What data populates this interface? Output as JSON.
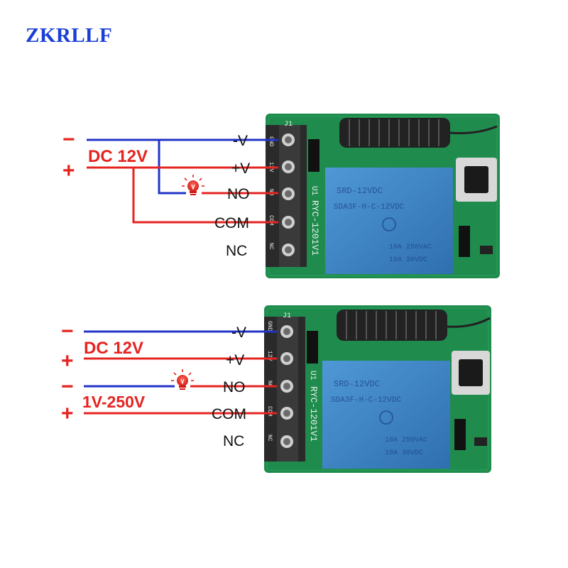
{
  "brand": "ZKRLLF",
  "colors": {
    "brand": "#1a3fd6",
    "negative_wire": "#2234c8",
    "positive_wire": "#e52420",
    "pcb": "#1f8c4e",
    "relay": "#3d86c8"
  },
  "panels": [
    {
      "supply": {
        "label": "DC 12V",
        "minus": "−",
        "plus": "+"
      },
      "terminals": [
        "-V",
        "+V",
        "NO",
        "COM",
        "NC"
      ],
      "board": {
        "silkscreen": [
          "GND",
          "12V",
          "NO",
          "COM",
          "NC"
        ],
        "model": "RYC-1201V1",
        "header": "J1",
        "u1": "U1",
        "relay_lines": [
          "SRD-12VDC",
          "SDA3F-H-C-12VDC",
          "10A 250VAC",
          "10A 30VDC"
        ]
      },
      "load_icon": "lamp-icon"
    },
    {
      "supply": {
        "label": "DC 12V",
        "minus": "−",
        "plus": "+"
      },
      "load_supply": {
        "label": "1V-250V",
        "minus": "−",
        "plus": "+"
      },
      "terminals": [
        "-V",
        "+V",
        "NO",
        "COM",
        "NC"
      ],
      "board": {
        "silkscreen": [
          "GND",
          "12V",
          "NO",
          "COM",
          "NC"
        ],
        "model": "RYC-1201V1",
        "header": "J1",
        "u1": "U1",
        "relay_lines": [
          "SRD-12VDC",
          "SDA3F-H-C-12VDC",
          "10A 250VAC",
          "10A 30VDC"
        ]
      },
      "load_icon": "lamp-icon"
    }
  ]
}
